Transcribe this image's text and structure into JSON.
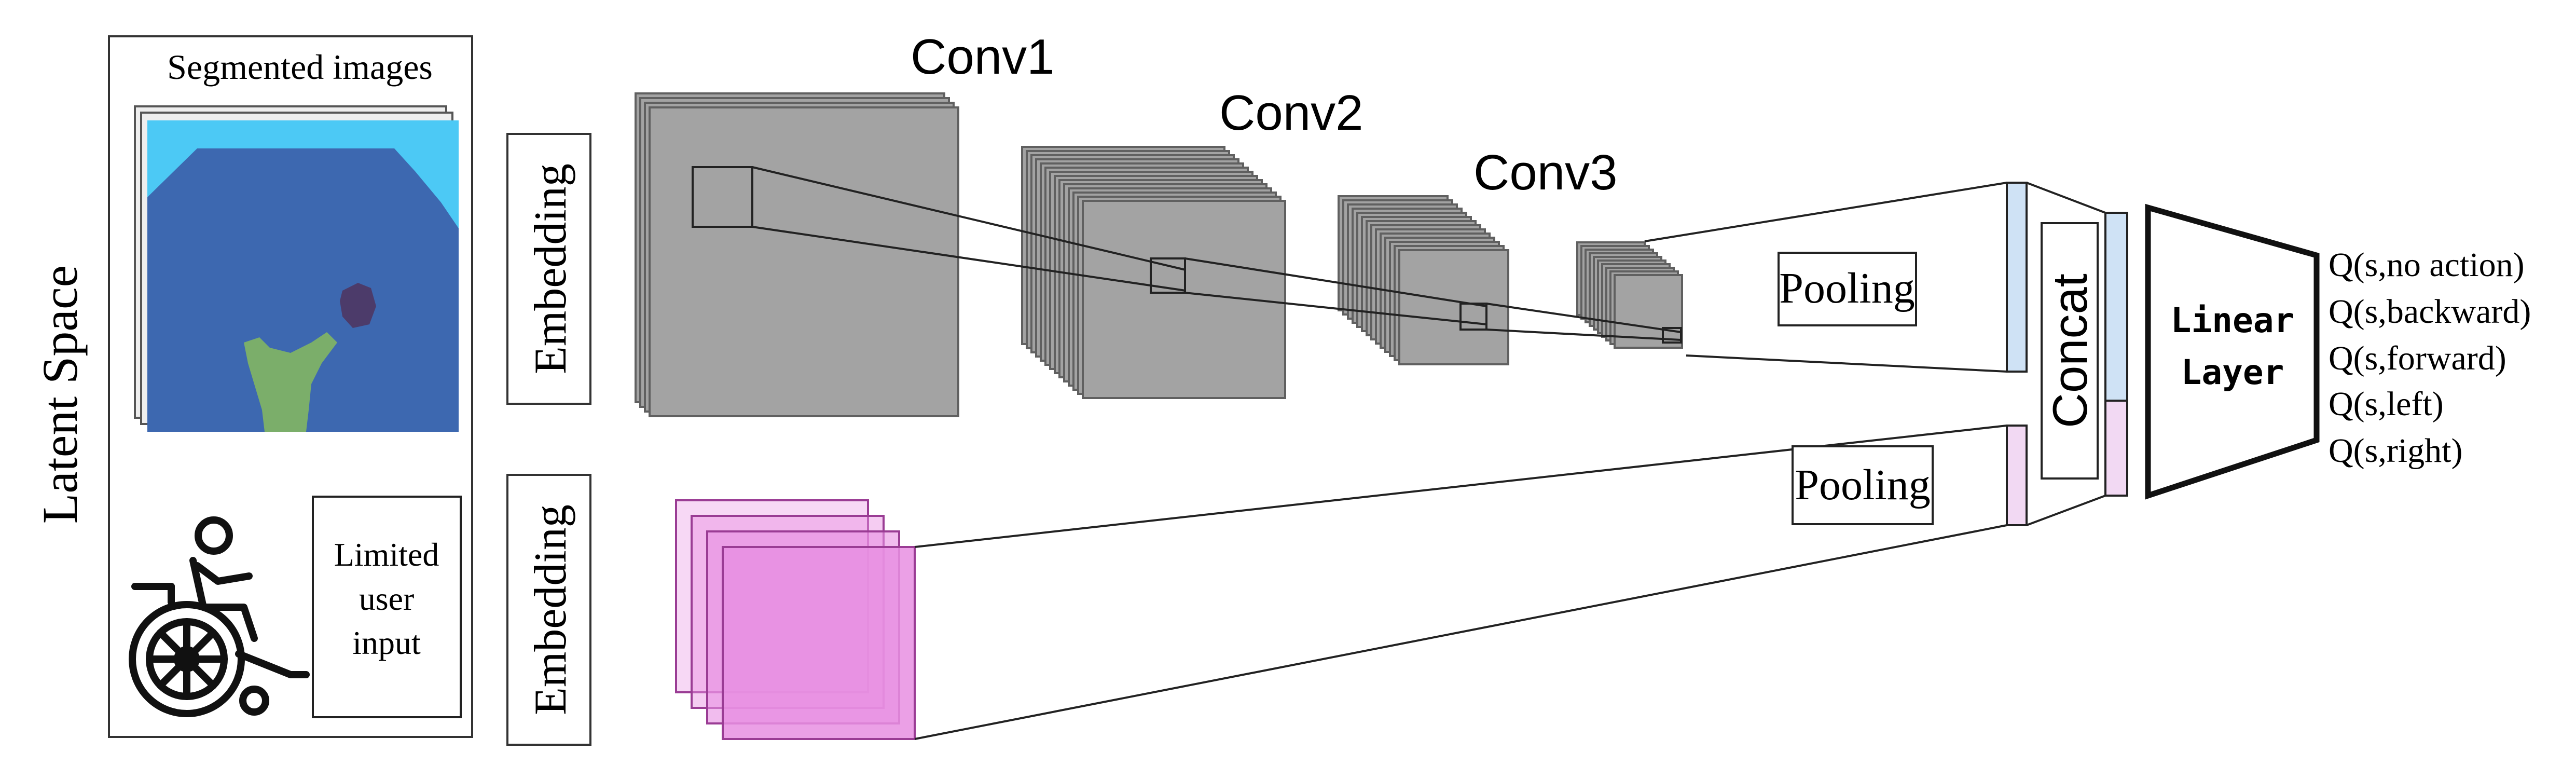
{
  "latent_space_label": "Latent Space",
  "segmented_images_label": "Segmented images",
  "user_input_label_lines": [
    "Limited",
    "user",
    "input"
  ],
  "embedding_top_label": "Embedding",
  "embedding_bottom_label": "Embedding",
  "conv_labels": [
    "Conv1",
    "Conv2",
    "Conv3"
  ],
  "pooling_top_label": "Pooling",
  "pooling_bottom_label": "Pooling",
  "concat_label": "Concat",
  "linear_layer_lines": [
    "Linear",
    "Layer"
  ],
  "outputs": [
    "Q(s,no action)",
    "Q(s,backward)",
    "Q(s,forward)",
    "Q(s,left)",
    "Q(s,right)"
  ],
  "icons": {
    "wheelchair": "wheelchair-user-icon"
  },
  "colors": {
    "sky": "#4cc9f5",
    "water": "#3d68b0",
    "plant": "#7bae6a",
    "blob": "#4c3b6a",
    "feature_gray": "#a3a3a3",
    "pink": "#e88fe2",
    "pool_blue": "#cfe2f5",
    "pool_pink": "#f2d9f3"
  }
}
